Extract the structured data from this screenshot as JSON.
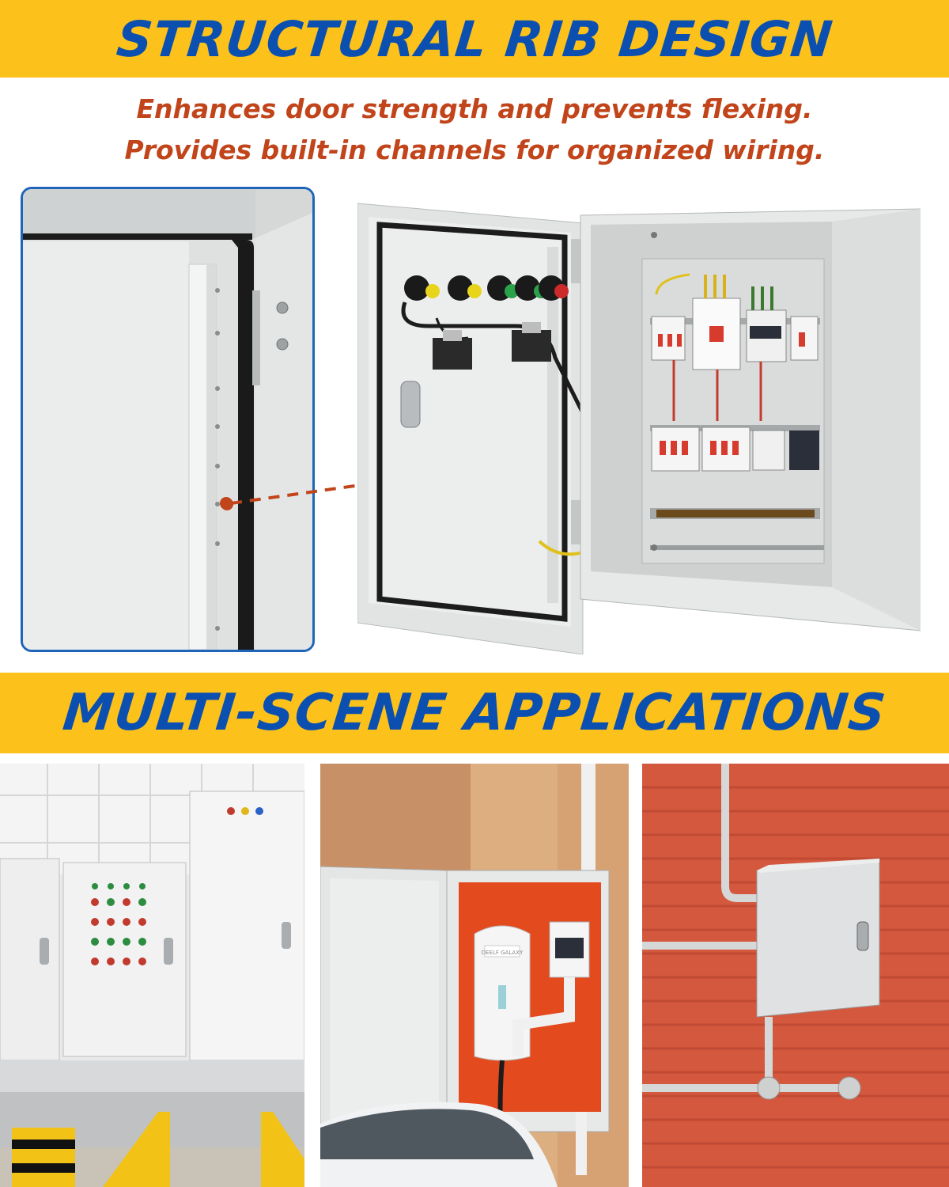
{
  "header": {
    "title": "STRUCTURAL RIB DESIGN",
    "subtitle_line1": "Enhances door strength and prevents flexing.",
    "subtitle_line2": "Provides built-in channels for organized wiring."
  },
  "section2": {
    "title": "MULTI-SCENE APPLICATIONS"
  },
  "colors": {
    "banner_yellow": "#fcc21b",
    "title_blue": "#0b4fb0",
    "subtitle_orange": "#c1441a",
    "panel_border_blue": "#1e64b8",
    "callout_line": "#c1441a"
  },
  "images": {
    "detail": "door-rib-closeup",
    "product": "open-electrical-enclosure-with-wiring",
    "scenes": [
      "factory-control-cabinets",
      "ev-charger-enclosure",
      "enclosure-on-brick-wall"
    ]
  },
  "ev_charger_brand": "DEELF GALAXY"
}
